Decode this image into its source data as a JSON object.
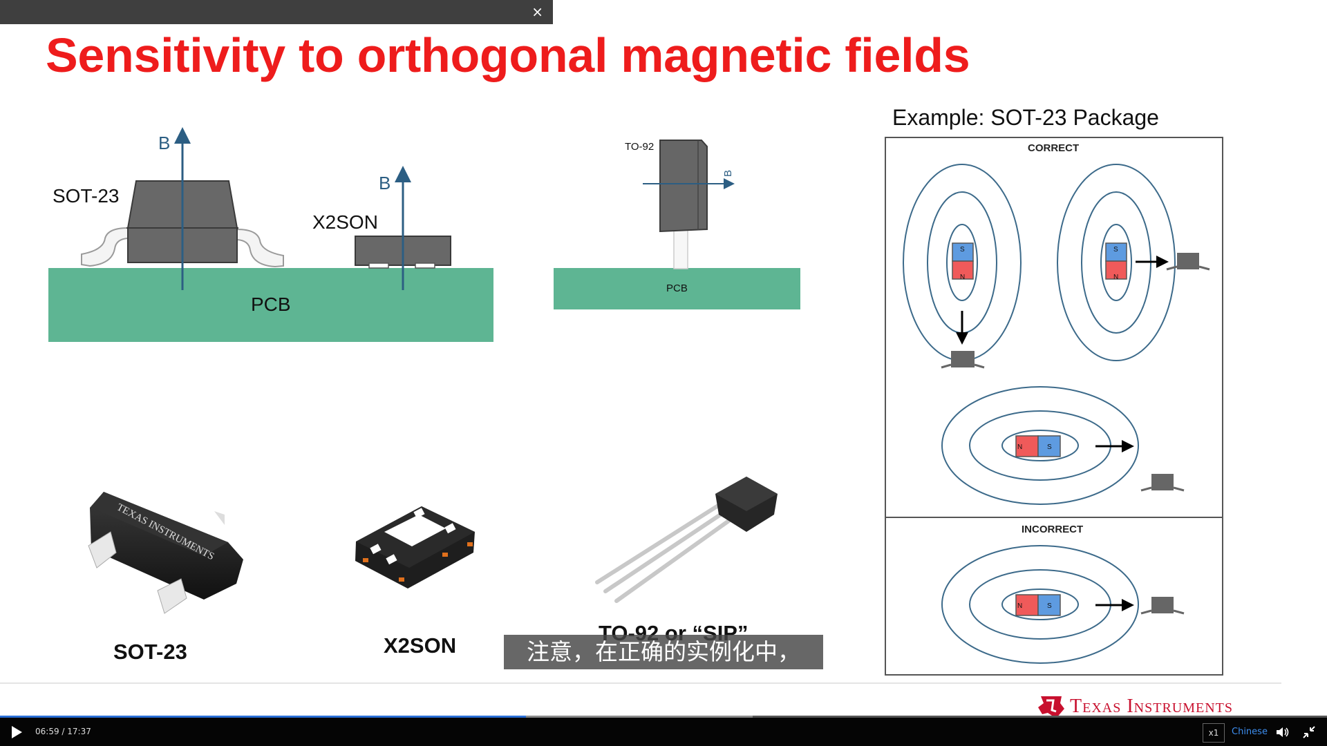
{
  "window": {
    "close_glyph": "×"
  },
  "slide": {
    "title": "Sensitivity to orthogonal magnetic fields",
    "diagram": {
      "b_vector": "B",
      "sot23": "SOT-23",
      "x2son": "X2SON",
      "pcb": "PCB",
      "to92": "TO-92",
      "pcb_small": "PCB"
    },
    "photos": {
      "sot23": "SOT-23",
      "x2son": "X2SON",
      "to92": "TO-92 or “SIP”",
      "chip_brand": "TEXAS INSTRUMENTS"
    },
    "example": {
      "title": "Example: SOT-23 Package",
      "correct": "CORRECT",
      "incorrect": "INCORRECT",
      "s": "S",
      "n": "N"
    },
    "footer_logo": "Texas Instruments",
    "colors": {
      "title": "#ee1c1c",
      "pcb": "#5eb593",
      "field_line": "#3c6a8a",
      "magnet_s": "#5e9be0",
      "magnet_n": "#f05a5a"
    }
  },
  "caption": "注意，在正确的实例化中，",
  "player": {
    "current_time": "06:59",
    "duration": "17:37",
    "time_display": "06:59 / 17:37",
    "progress_fraction": 0.3964,
    "buffered_fraction": 0.567,
    "speed": "x1",
    "subtitle_language": "Chinese",
    "icons": [
      "play-icon",
      "volume-icon",
      "fullscreen-exit-icon"
    ]
  }
}
